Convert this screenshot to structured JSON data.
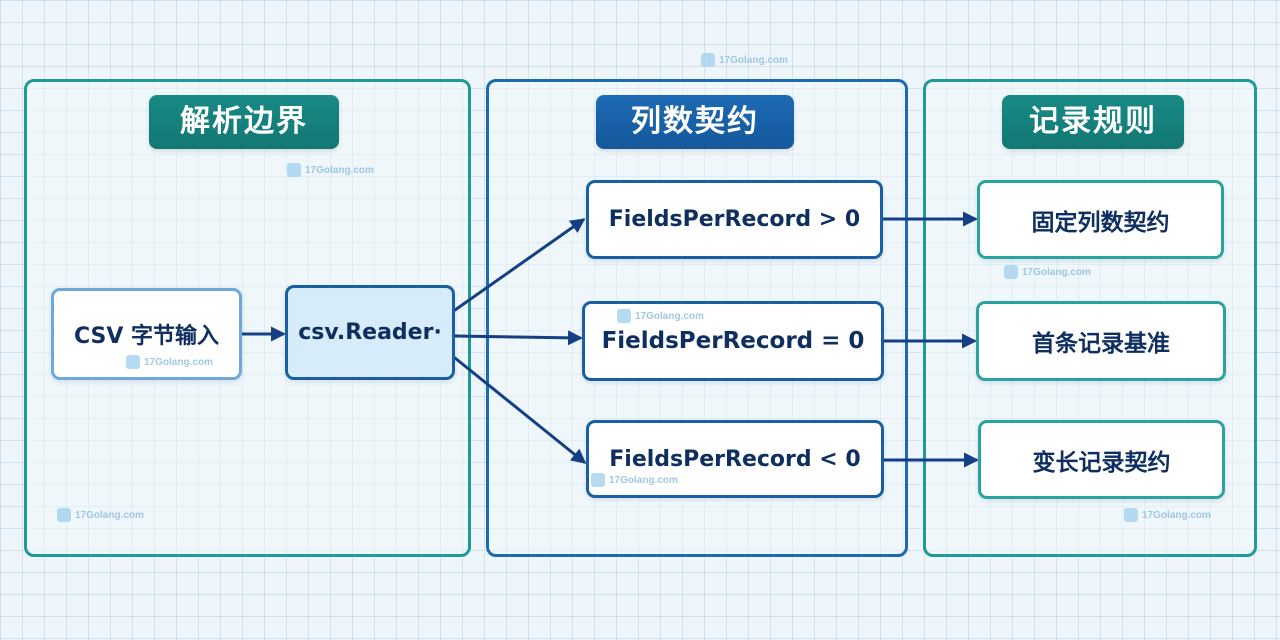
{
  "panels": {
    "parse": {
      "title": "解析边界"
    },
    "columns": {
      "title": "列数契约"
    },
    "records": {
      "title": "记录规则"
    }
  },
  "nodes": {
    "csv_input": "CSV 字节输入",
    "reader": "csv.Reader·",
    "fpr_gt": "FieldsPerRecord > 0",
    "fpr_eq": "FieldsPerRecord = 0",
    "fpr_lt": "FieldsPerRecord < 0",
    "fixed": "固定列数契约",
    "first": "首条记录基准",
    "variable": "变长记录契约"
  },
  "watermark": "17Golang.com",
  "colors": {
    "teal": "#1f9a98",
    "blue": "#1b6bb0",
    "arrow": "#153f85",
    "text": "#0f2f60"
  }
}
